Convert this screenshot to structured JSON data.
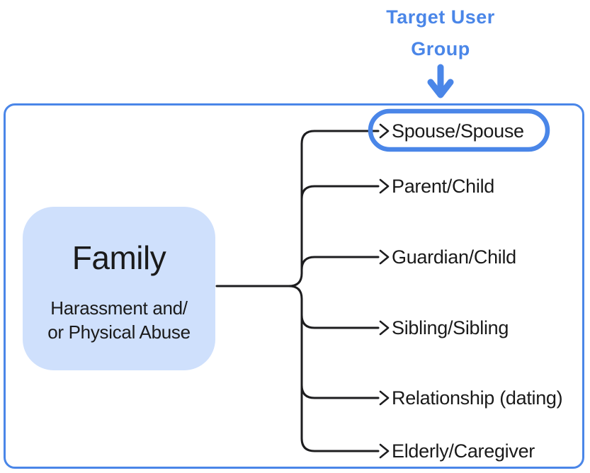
{
  "annotation": {
    "label": "Target User Group"
  },
  "root": {
    "title": "Family",
    "subtitle_line1": "Harassment and/",
    "subtitle_line2": "or Physical Abuse"
  },
  "branches": [
    {
      "label": "Spouse/Spouse",
      "highlighted": true
    },
    {
      "label": "Parent/Child",
      "highlighted": false
    },
    {
      "label": "Guardian/Child",
      "highlighted": false
    },
    {
      "label": "Sibling/Sibling",
      "highlighted": false
    },
    {
      "label": "Relationship (dating)",
      "highlighted": false
    },
    {
      "label": "Elderly/Caregiver",
      "highlighted": false
    }
  ],
  "colors": {
    "accent": "#4a86e8",
    "node_fill": "#cfe0fc",
    "line": "#1d1d1f",
    "text": "#1a1a1a"
  }
}
